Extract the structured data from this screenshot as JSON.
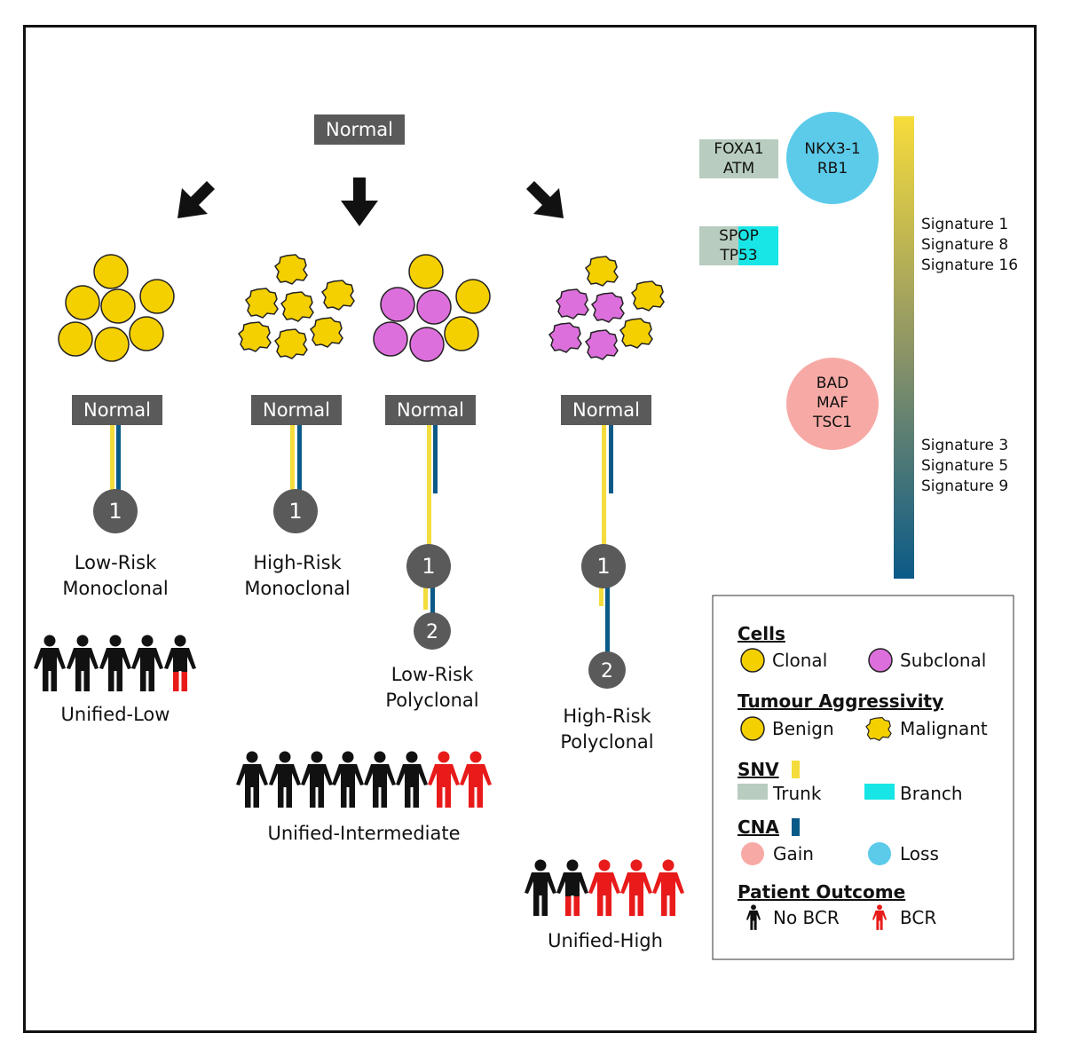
{
  "top_node": "Normal",
  "colors": {
    "clonal": "#f5d000",
    "subclonal": "#dd6fdc",
    "snv": "#f4dc3c",
    "cna": "#0a5a88",
    "trunk": "#b8cdbf",
    "branch": "#18e6e6",
    "gain": "#f7aaa5",
    "loss": "#5ccbea",
    "bcr": "#e81a1a",
    "no_bcr": "#111111",
    "node": "#5a5a5a"
  },
  "columns": [
    {
      "node_label": "Normal",
      "clone1": "1",
      "label": "Low-Risk\nMonoclonal"
    },
    {
      "node_label": "Normal",
      "clone1": "1",
      "label": "High-Risk\nMonoclonal"
    },
    {
      "node_label": "Normal",
      "clone1": "1",
      "clone2": "2",
      "label": "Low-Risk\nPolyclonal"
    },
    {
      "node_label": "Normal",
      "clone1": "1",
      "clone2": "2",
      "label": "High-Risk\nPolyclonal"
    }
  ],
  "groups": [
    {
      "label": "Unified-Low",
      "no_bcr": 4,
      "bcr_partial": 1,
      "bcr": 0
    },
    {
      "label": "Unified-Intermediate",
      "no_bcr": 6,
      "bcr_partial": 0,
      "bcr": 2
    },
    {
      "label": "Unified-High",
      "no_bcr": 1,
      "bcr_partial": 1,
      "bcr": 3
    }
  ],
  "genes": {
    "trunk_snv": [
      "FOXA1",
      "ATM"
    ],
    "branch_snv": [
      "SPOP",
      "TP53"
    ],
    "loss": [
      "NKX3-1",
      "RB1"
    ],
    "gain": [
      "BAD",
      "MAF",
      "TSC1"
    ]
  },
  "signatures": {
    "top": [
      "Signature 1",
      "Signature 8",
      "Signature 16"
    ],
    "bottom": [
      "Signature 3",
      "Signature 5",
      "Signature 9"
    ]
  },
  "legend": {
    "cells_title": "Cells",
    "clonal": "Clonal",
    "subclonal": "Subclonal",
    "aggr_title": "Tumour Aggressivity",
    "benign": "Benign",
    "malignant": "Malignant",
    "snv_title": "SNV",
    "trunk": "Trunk",
    "branch": "Branch",
    "cna_title": "CNA",
    "gain": "Gain",
    "loss": "Loss",
    "outcome_title": "Patient Outcome",
    "no_bcr": "No BCR",
    "bcr": "BCR"
  }
}
